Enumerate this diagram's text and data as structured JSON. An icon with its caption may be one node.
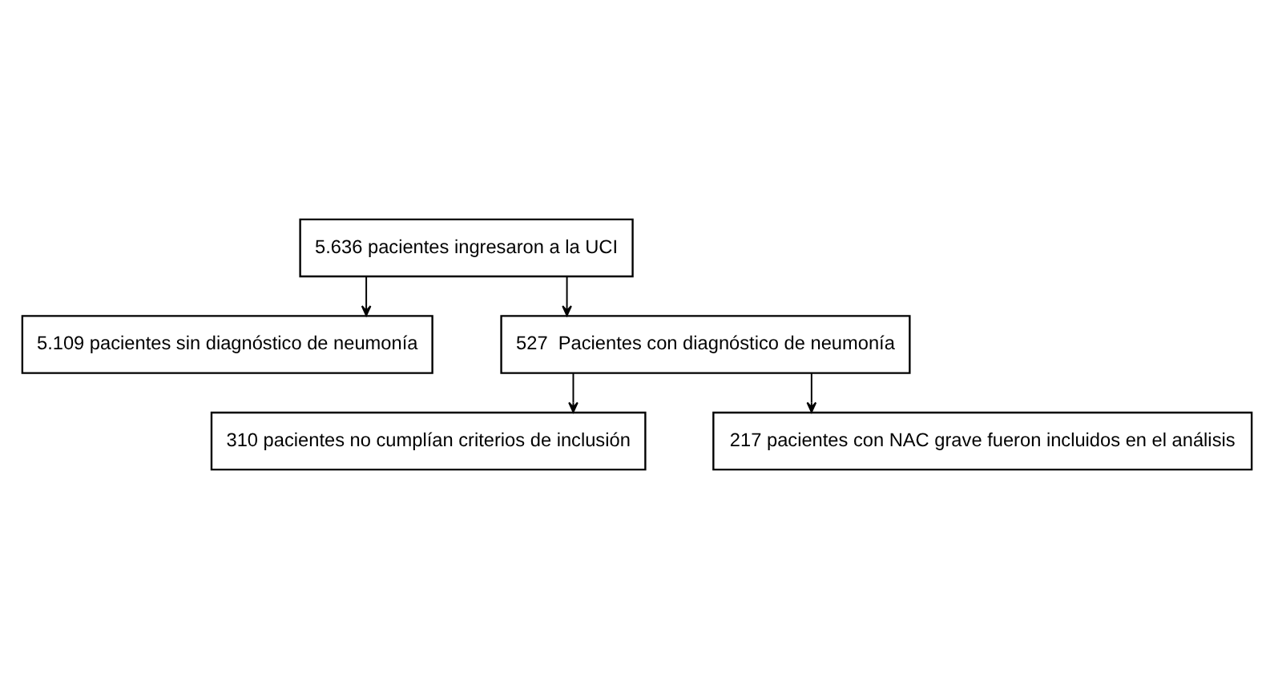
{
  "diagram": {
    "nodes": [
      {
        "text": [
          "5.636 pacientes ingresaron a la UCI"
        ]
      },
      {
        "text": [
          "5.109 pacientes sin diagnóstico de neumonía"
        ]
      },
      {
        "text": [
          "527  Pacientes con diagnóstico de neumonía"
        ]
      },
      {
        "text": [
          "310 pacientes no cumplían criterios de inclusión"
        ]
      },
      {
        "text": [
          "217 pacientes con NAC grave fueron incluidos en el análisis"
        ]
      }
    ],
    "edges": [
      {
        "from": 0,
        "to": 2,
        "arrow": "to"
      },
      {
        "from": 0,
        "to": 1,
        "arrow": "to"
      },
      {
        "from": 2,
        "to": 4,
        "arrow": "to"
      },
      {
        "from": 2,
        "to": 3,
        "arrow": "to"
      }
    ]
  }
}
